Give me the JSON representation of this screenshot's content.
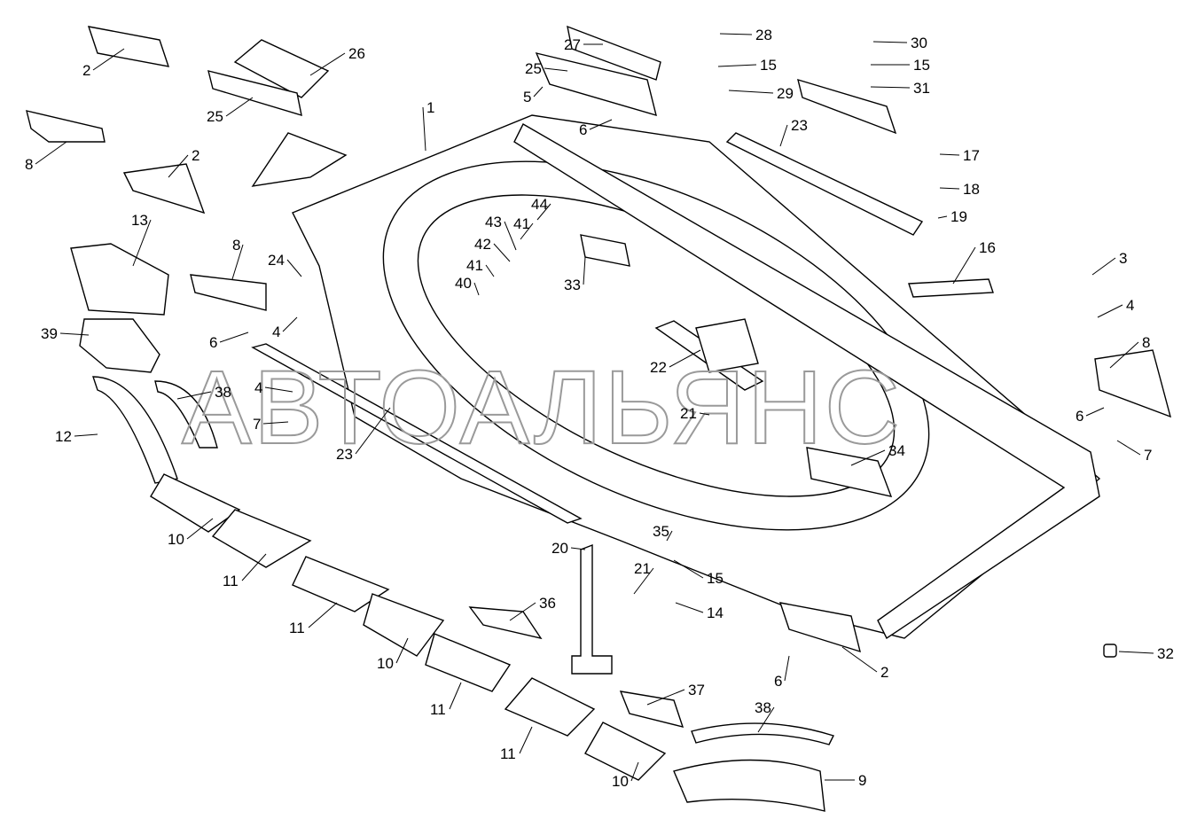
{
  "diagram": {
    "watermark": "АВТОАЛЬЯНС",
    "callouts": [
      "2",
      "26",
      "25",
      "8",
      "2",
      "27",
      "25",
      "5",
      "6",
      "28",
      "15",
      "29",
      "30",
      "15",
      "31",
      "23",
      "1",
      "44",
      "43",
      "41",
      "42",
      "41",
      "40",
      "33",
      "17",
      "18",
      "19",
      "16",
      "3",
      "4",
      "8",
      "6",
      "7",
      "13",
      "8",
      "24",
      "6",
      "4",
      "39",
      "4",
      "38",
      "7",
      "22",
      "21",
      "12",
      "23",
      "34",
      "10",
      "11",
      "35",
      "15",
      "20",
      "21",
      "14",
      "11",
      "36",
      "10",
      "2",
      "6",
      "32",
      "11",
      "37",
      "38",
      "11",
      "10",
      "9"
    ],
    "line_color": "#000000",
    "watermark_color": "#9a9a9a"
  }
}
